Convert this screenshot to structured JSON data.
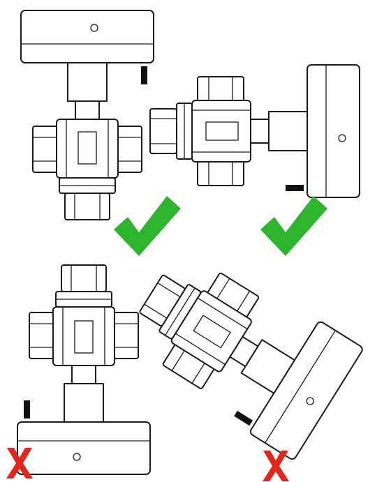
{
  "diagram": {
    "orientations": [
      {
        "id": "actuator-top",
        "verdict": "correct",
        "mark_icon": "check-icon"
      },
      {
        "id": "actuator-right",
        "verdict": "correct",
        "mark_icon": "check-icon"
      },
      {
        "id": "actuator-bottom",
        "verdict": "incorrect",
        "mark_icon": "cross-icon"
      },
      {
        "id": "actuator-bottom-right-tilted",
        "verdict": "incorrect",
        "mark_icon": "cross-icon"
      }
    ],
    "colors": {
      "check": "#2db52d",
      "cross": "#e3261b",
      "outline": "#1a1a1a",
      "background": "#ffffff"
    }
  }
}
